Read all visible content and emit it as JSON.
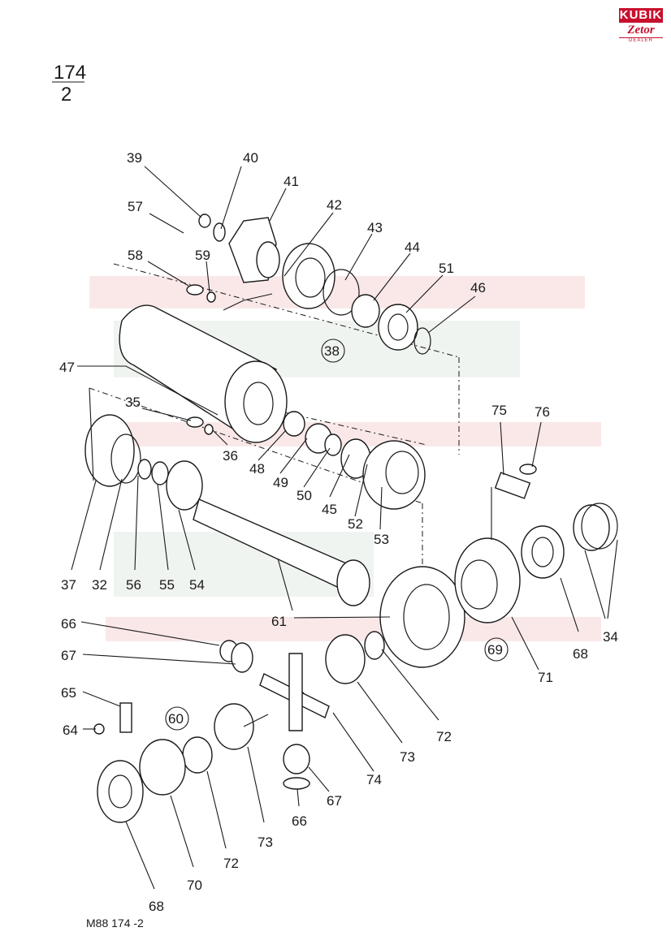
{
  "logo": {
    "brand": "KUBIK",
    "sub": "Zetor",
    "tag": "DEALER"
  },
  "page_ref": {
    "top": "174",
    "bottom": "2"
  },
  "footer_code": "M88   174 -2",
  "group_markers": [
    "38",
    "60",
    "69"
  ],
  "part_labels": [
    "39",
    "40",
    "41",
    "57",
    "42",
    "43",
    "58",
    "59",
    "44",
    "51",
    "46",
    "47",
    "35",
    "36",
    "48",
    "49",
    "50",
    "45",
    "52",
    "53",
    "75",
    "76",
    "37",
    "32",
    "56",
    "55",
    "54",
    "61",
    "66",
    "67",
    "65",
    "64",
    "60",
    "73",
    "72",
    "74",
    "70",
    "68",
    "71",
    "34",
    "69",
    "38"
  ]
}
